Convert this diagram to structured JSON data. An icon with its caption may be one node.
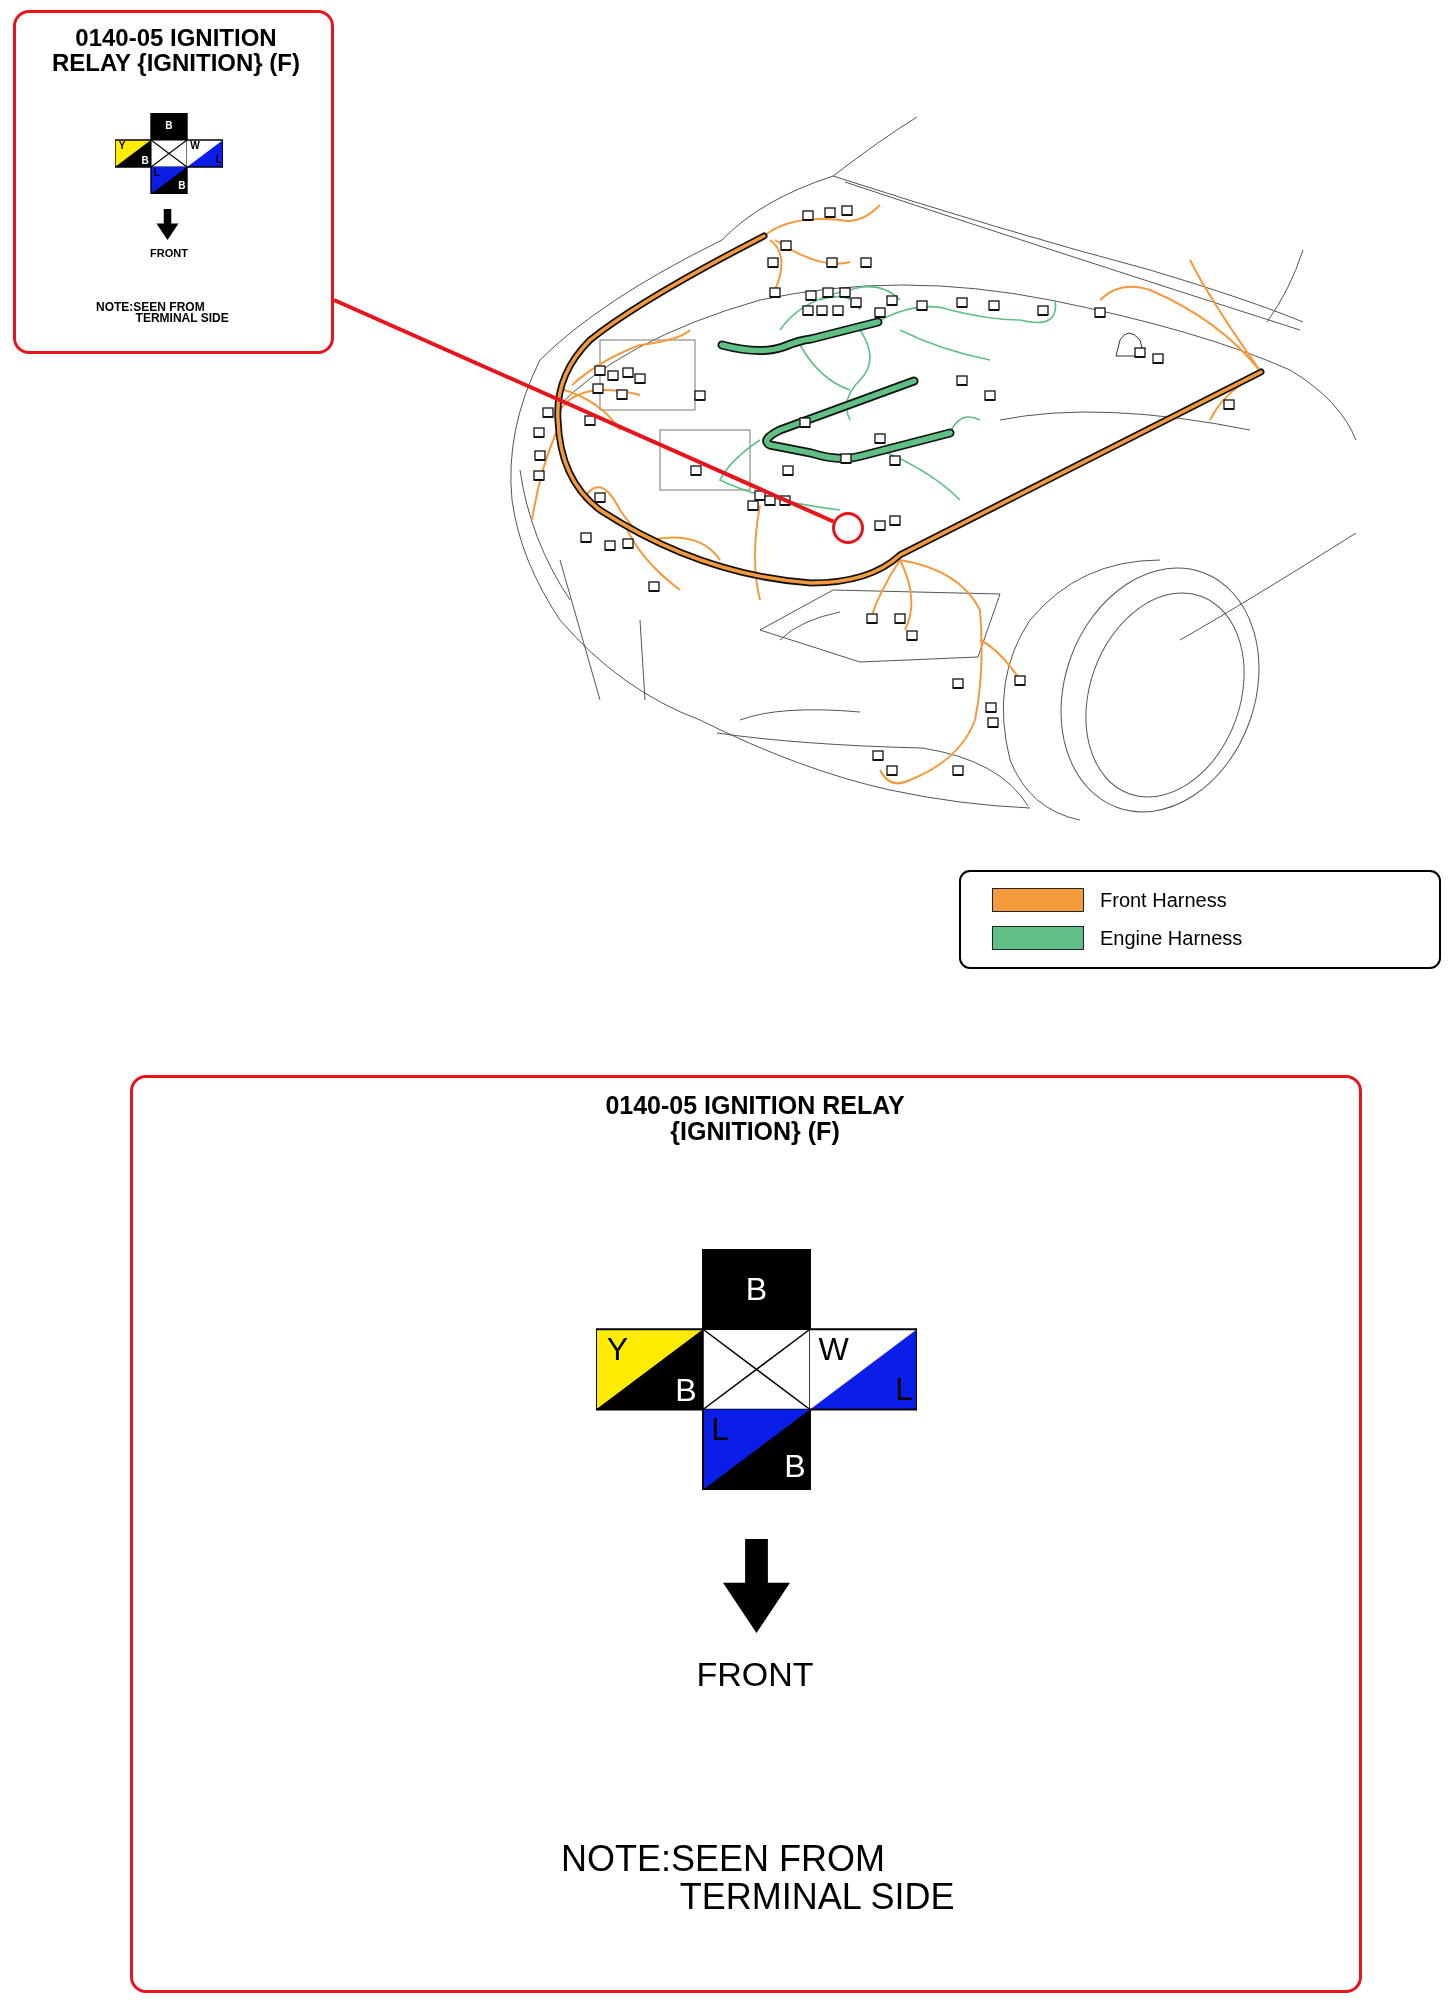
{
  "diagram": {
    "nodes": [
      {
        "text": [
          "0140-05 IGNITION RELAY {IGNITION} (F)",
          "B",
          "Y",
          "B",
          "W",
          "L",
          "L",
          "B",
          "FRONT",
          "NOTE:SEEN FROM TERMINAL SIDE"
        ]
      },
      {
        "text": [],
        "shape": "circle"
      },
      {
        "text": [
          "0140-05 IGNITION RELAY {IGNITION} (F)",
          "B",
          "Y",
          "B",
          "W",
          "L",
          "L",
          "B",
          "FRONT",
          "NOTE:SEEN FROM TERMINAL SIDE"
        ]
      }
    ],
    "edges": [
      {
        "from": 0,
        "to": 1,
        "arrow": "none"
      }
    ],
    "legend": [
      {
        "text": "Front Harness",
        "color": "#f59a3c"
      },
      {
        "text": "Engine Harness",
        "color": "#5fbf84"
      }
    ]
  }
}
